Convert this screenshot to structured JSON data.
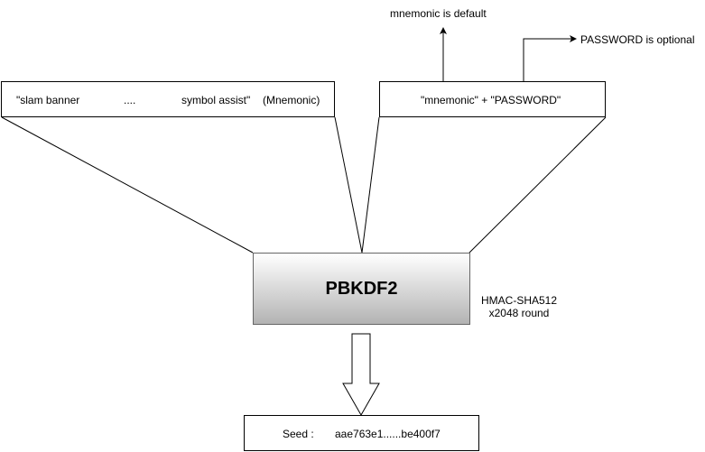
{
  "diagram": {
    "mnemonic_box": {
      "phrase_start": "\"slam banner",
      "ellipsis": "....",
      "phrase_end": "symbol assist\"",
      "type_label": "(Mnemonic)"
    },
    "salt_box": {
      "label": "\"mnemonic\" + \"PASSWORD\""
    },
    "notes": {
      "mnemonic_default": "mnemonic is default",
      "password_optional": "PASSWORD is optional"
    },
    "pbkdf2_box": {
      "label": "PBKDF2"
    },
    "hmac_note": {
      "line1": "HMAC-SHA512",
      "line2": "x2048 round"
    },
    "seed_box": {
      "prefix": "Seed :",
      "value": "aae763e1......be400f7"
    },
    "colors": {
      "stroke": "#000000",
      "pbkdf2_gradient_top": "#ffffff",
      "pbkdf2_gradient_bottom": "#b3b3b3",
      "pbkdf2_border": "#666666"
    }
  }
}
